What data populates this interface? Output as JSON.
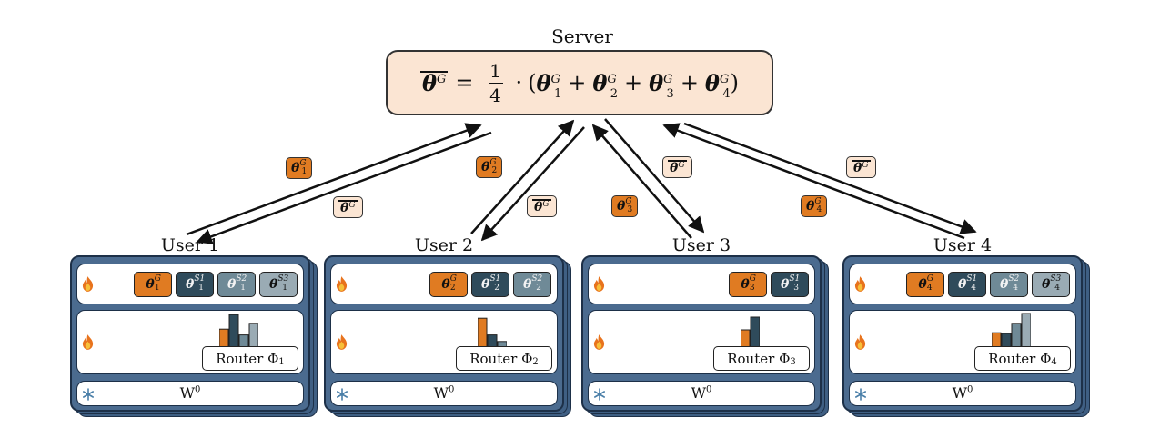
{
  "server": {
    "title": "Server",
    "formula": {
      "lhs_symbol": "θ",
      "lhs_sup": "G",
      "equals": "=",
      "numerator": "1",
      "denominator": "4",
      "dot": "·",
      "open": "(",
      "close": ")",
      "plus": "+",
      "terms": [
        {
          "symbol": "θ",
          "sup": "G",
          "sub": "1"
        },
        {
          "symbol": "θ",
          "sup": "G",
          "sub": "2"
        },
        {
          "symbol": "θ",
          "sup": "G",
          "sub": "3"
        },
        {
          "symbol": "θ",
          "sup": "G",
          "sub": "4"
        }
      ]
    }
  },
  "transfers": {
    "upload": [
      {
        "symbol": "θ",
        "sup": "G",
        "sub": "1"
      },
      {
        "symbol": "θ",
        "sup": "G",
        "sub": "2"
      },
      {
        "symbol": "θ",
        "sup": "G",
        "sub": "3"
      },
      {
        "symbol": "θ",
        "sup": "G",
        "sub": "4"
      }
    ],
    "download": {
      "symbol": "θ",
      "sup": "G"
    }
  },
  "users": [
    {
      "title": "User 1",
      "params": [
        {
          "kind": "G",
          "sup": "G",
          "sub": "1"
        },
        {
          "kind": "S1",
          "sup": "S1",
          "sub": "1"
        },
        {
          "kind": "S2",
          "sup": "S2",
          "sub": "1"
        },
        {
          "kind": "S3",
          "sup": "S3",
          "sub": "1"
        }
      ],
      "router": {
        "label": "Router Φ",
        "sub": "1"
      },
      "router_bars": [
        0.52,
        0.92,
        0.36,
        0.68
      ],
      "base": {
        "label": "W",
        "sup": "0"
      }
    },
    {
      "title": "User 2",
      "params": [
        {
          "kind": "G",
          "sup": "G",
          "sub": "2"
        },
        {
          "kind": "S1",
          "sup": "S1",
          "sub": "2"
        },
        {
          "kind": "S2",
          "sup": "S2",
          "sub": "2"
        }
      ],
      "router": {
        "label": "Router Φ",
        "sub": "2"
      },
      "router_bars": [
        0.82,
        0.36,
        0.18
      ],
      "base": {
        "label": "W",
        "sup": "0"
      }
    },
    {
      "title": "User 3",
      "params": [
        {
          "kind": "G",
          "sup": "G",
          "sub": "3"
        },
        {
          "kind": "S1",
          "sup": "S1",
          "sub": "3"
        }
      ],
      "router": {
        "label": "Router Φ",
        "sub": "3"
      },
      "router_bars": [
        0.5,
        0.85
      ],
      "base": {
        "label": "W",
        "sup": "0"
      }
    },
    {
      "title": "User 4",
      "params": [
        {
          "kind": "G",
          "sup": "G",
          "sub": "4"
        },
        {
          "kind": "S1",
          "sup": "S1",
          "sub": "4"
        },
        {
          "kind": "S2",
          "sup": "S2",
          "sub": "4"
        },
        {
          "kind": "S3",
          "sup": "S3",
          "sub": "4"
        }
      ],
      "router": {
        "label": "Router Φ",
        "sub": "4"
      },
      "router_bars": [
        0.42,
        0.4,
        0.68,
        0.95
      ],
      "base": {
        "label": "W",
        "sup": "0"
      }
    }
  ],
  "icons": {
    "trainable": "fire-icon",
    "frozen": "snowflake-icon"
  },
  "colors": {
    "global": "#e07b22",
    "server_fill": "#fbe5d3",
    "card": "#4b6b8f",
    "s1": "#2f4b5b",
    "s2": "#6f8a97",
    "s3": "#9aabb4"
  }
}
